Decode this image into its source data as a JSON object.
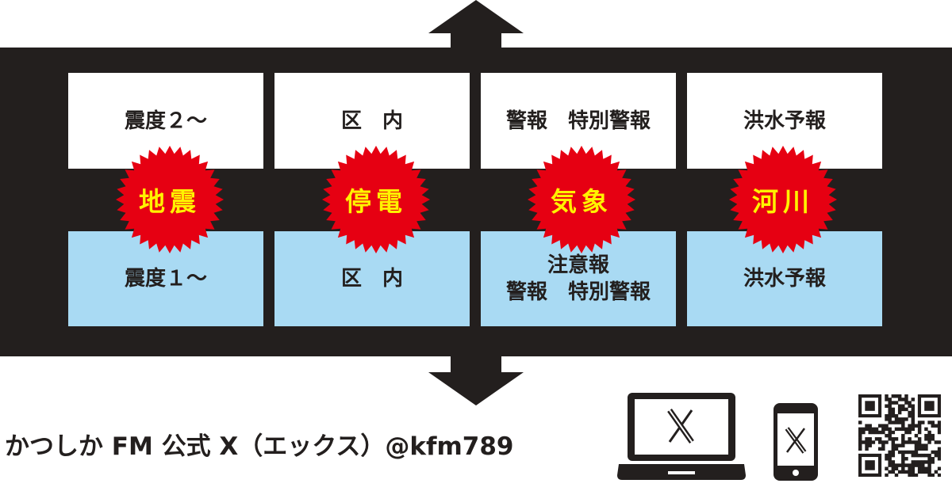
{
  "colors": {
    "band": "#231f1e",
    "card_top": "#ffffff",
    "card_bottom": "#a9daf3",
    "burst": "#e60012",
    "burst_text": "#fff200"
  },
  "columns": [
    {
      "badge": "地震",
      "top": "震度２～",
      "bottom": [
        "震度１～"
      ]
    },
    {
      "badge": "停電",
      "top": "区　内",
      "bottom": [
        "区　内"
      ]
    },
    {
      "badge": "気象",
      "top": "警報　特別警報",
      "bottom": [
        "注意報",
        "警報　特別警報"
      ]
    },
    {
      "badge": "河川",
      "top": "洪水予報",
      "bottom": [
        "洪水予報"
      ]
    }
  ],
  "footer": {
    "text": "かつしか FM 公式 X（エックス）@kfm789"
  },
  "icons": {
    "laptop": "laptop-x-icon",
    "phone": "smartphone-x-icon",
    "qr": "qr-code-icon",
    "arrow": "double-arrow-icon"
  }
}
